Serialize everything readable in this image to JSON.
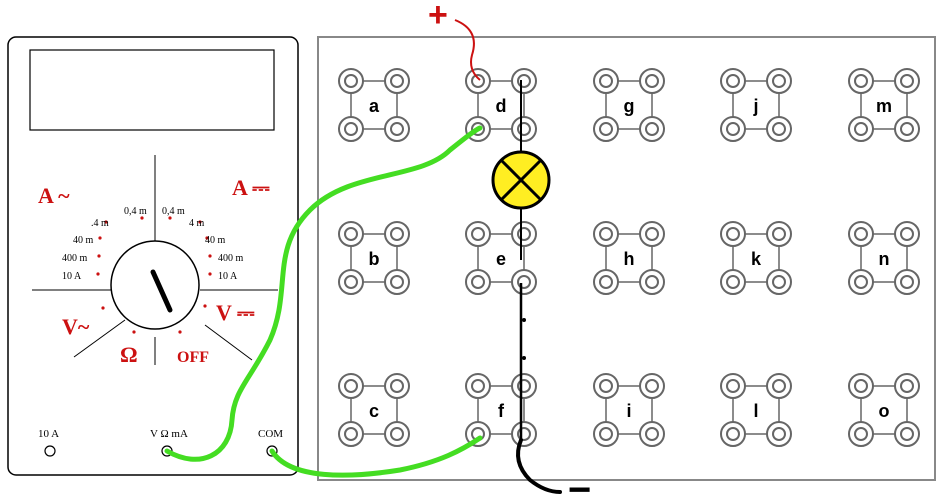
{
  "multimeter": {
    "range_labels": {
      "a_ac": "A ~",
      "a_dc": "A ⎓",
      "v_ac": "V~",
      "v_dc": "V ⎓",
      "ohm": "Ω",
      "off": "OFF"
    },
    "ranges_left": [
      ".4 m",
      "40 m",
      "400 m",
      "10 A"
    ],
    "ranges_top_left": "0,4 m",
    "ranges_top_right": "0,4 m",
    "ranges_right": [
      "4 m",
      "40 m",
      "400 m",
      "10 A"
    ],
    "sockets": {
      "ten_a": "10 A",
      "v_ohm_ma": "V Ω mA",
      "com": "COM"
    }
  },
  "board": {
    "terminals": [
      [
        "a",
        "d",
        "g",
        "j",
        "m"
      ],
      [
        "b",
        "e",
        "h",
        "k",
        "n"
      ],
      [
        "c",
        "f",
        "i",
        "l",
        "o"
      ]
    ]
  },
  "polarity": {
    "plus": "+",
    "minus": "−"
  },
  "colors": {
    "wire_green": "#44dd22",
    "wire_red": "#cc1111",
    "lamp": "#ffee22",
    "label_red": "#cc1111"
  }
}
